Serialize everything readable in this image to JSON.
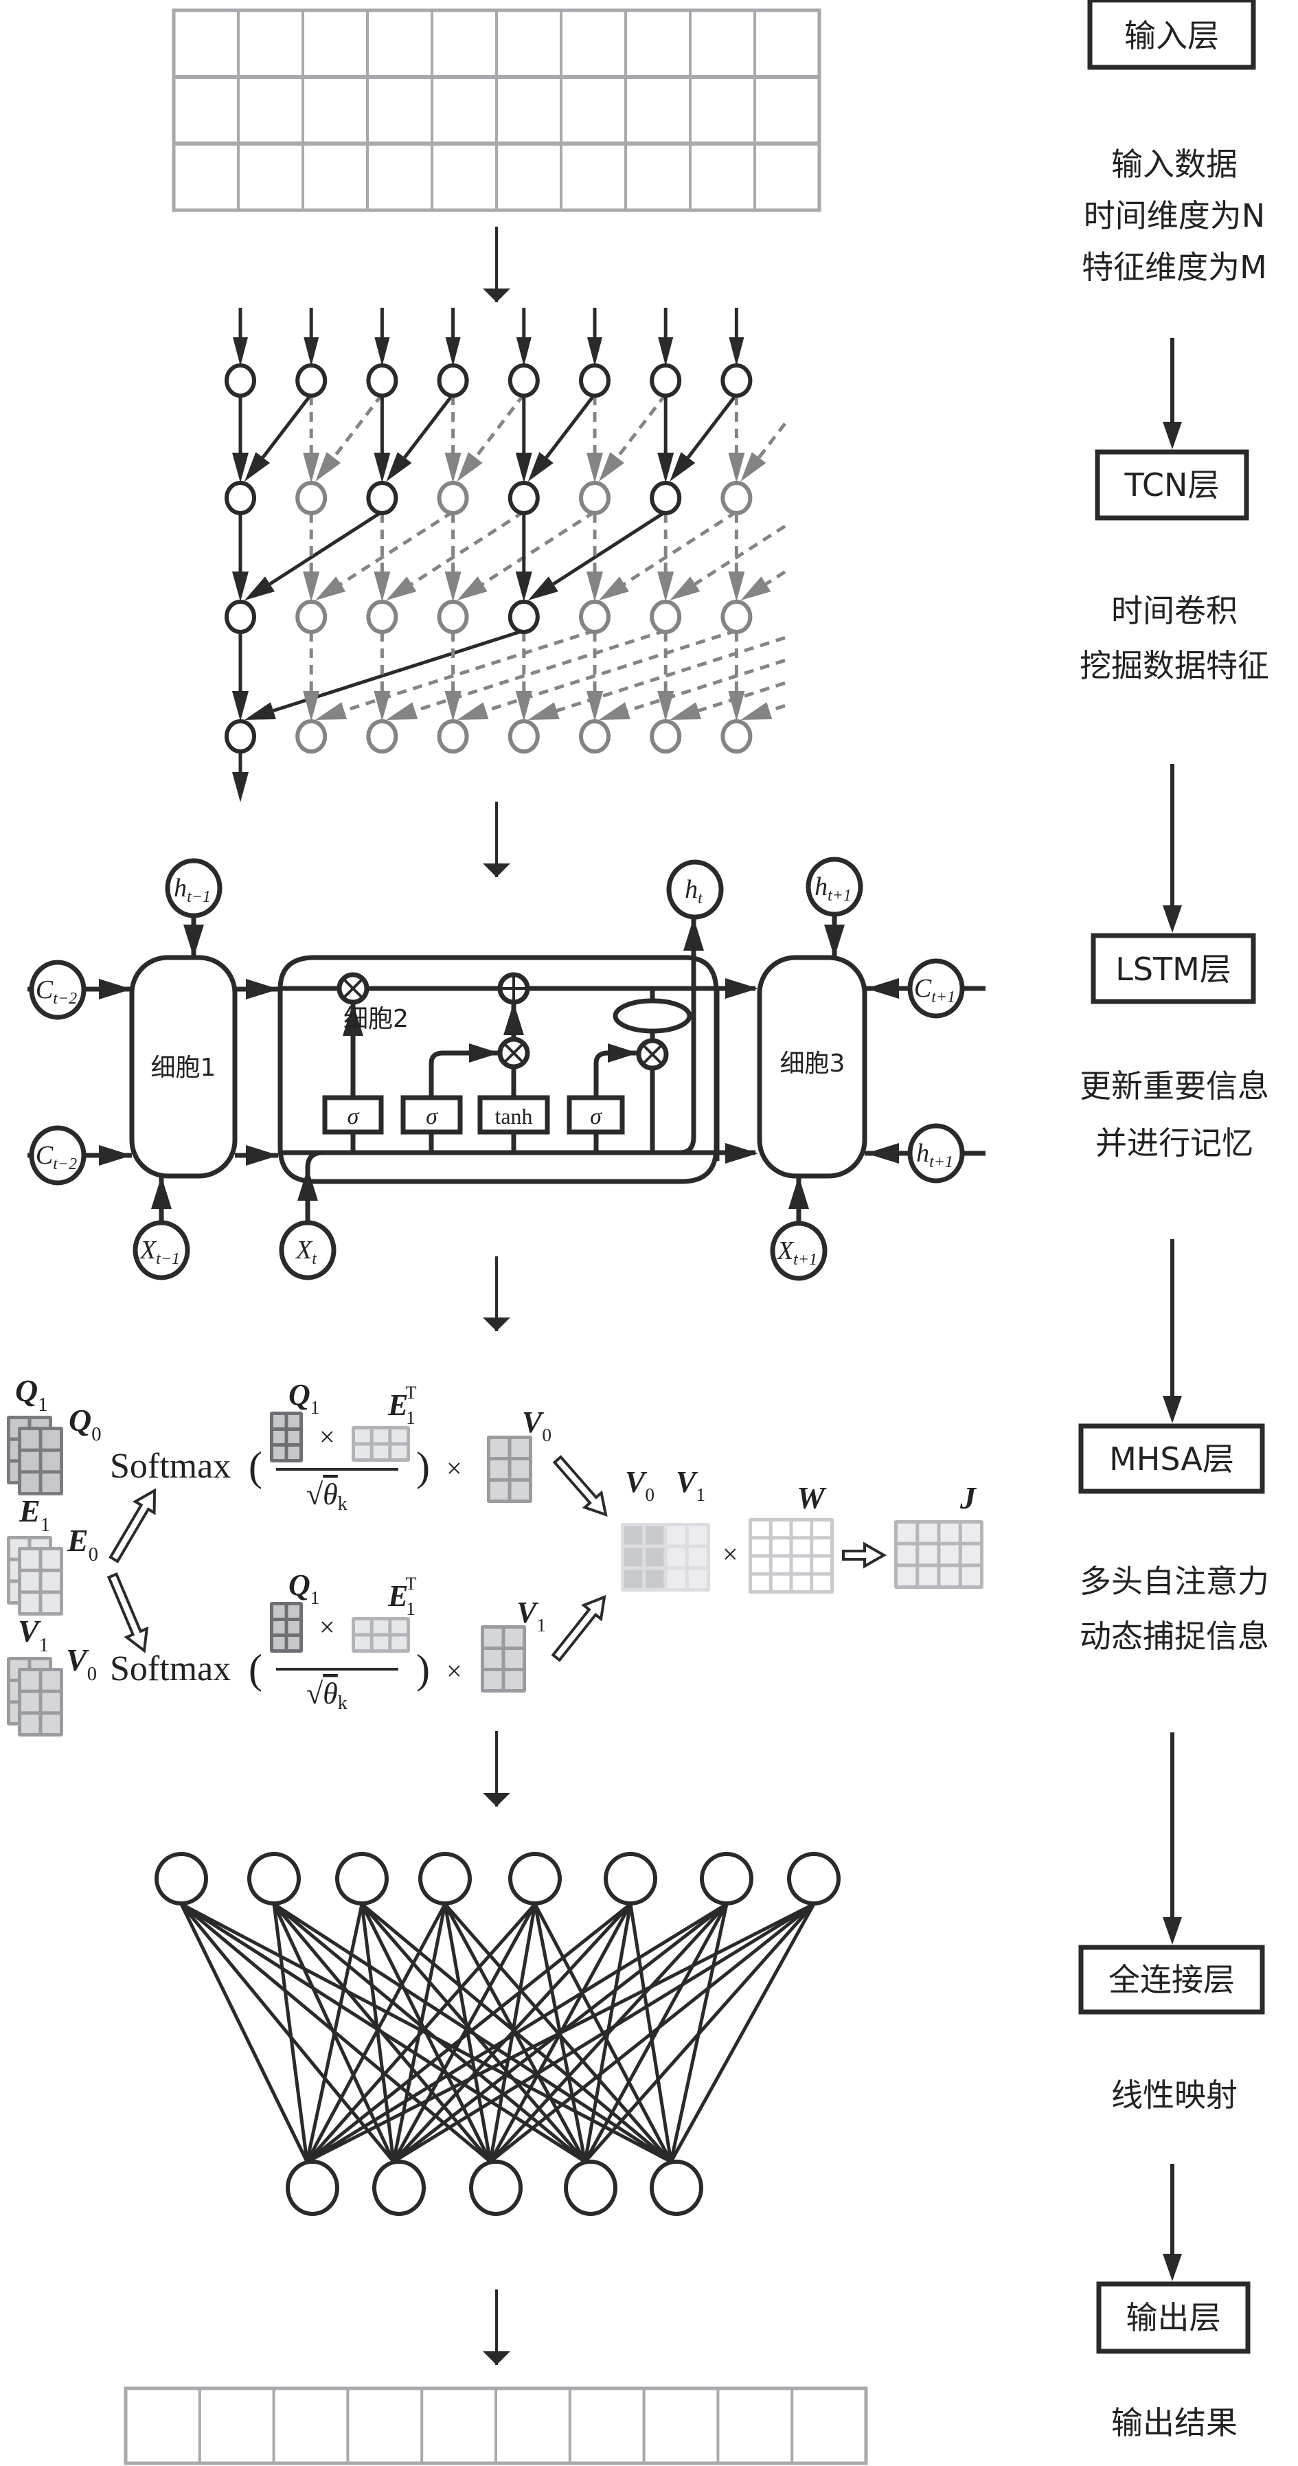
{
  "title": "TCN-LSTM-MHSA 模型结构",
  "stages": [
    {
      "id": "input",
      "box_label": "输入层",
      "desc_lines": [
        "输入数据",
        "时间维度为N",
        "特征维度为M"
      ]
    },
    {
      "id": "tcn",
      "box_label": "TCN层",
      "desc_lines": [
        "时间卷积",
        "挖掘数据特征"
      ]
    },
    {
      "id": "lstm",
      "box_label": "LSTM层",
      "desc_lines": [
        "更新重要信息",
        "并进行记忆"
      ]
    },
    {
      "id": "mhsa",
      "box_label": "MHSA层",
      "desc_lines": [
        "多头自注意力",
        "动态捕捉信息"
      ]
    },
    {
      "id": "fc",
      "box_label": "全连接层",
      "desc_lines": [
        "线性映射"
      ]
    },
    {
      "id": "output",
      "box_label": "输出层",
      "desc_lines": [
        "输出结果"
      ]
    }
  ],
  "input_grid": {
    "rows": 3,
    "cols": 10
  },
  "output_grid": {
    "rows": 1,
    "cols": 10
  },
  "tcn": {
    "columns": 8,
    "levels": 4,
    "dilations": [
      1,
      2,
      4
    ]
  },
  "lstm": {
    "cell_labels": [
      "细胞1",
      "细胞2",
      "细胞3"
    ],
    "nodes": {
      "h_prev": {
        "base": "h",
        "sub": "t−1"
      },
      "h_t": {
        "base": "h",
        "sub": "t"
      },
      "h_next_top": {
        "base": "h",
        "sub": "t+1"
      },
      "h_next_right": {
        "base": "h",
        "sub": "t+1"
      },
      "c_prev_top": {
        "base": "C",
        "sub": "t−2"
      },
      "c_prev_bottom": {
        "base": "C",
        "sub": "t−2"
      },
      "c_next": {
        "base": "C",
        "sub": "t+1"
      },
      "x_prev": {
        "base": "X",
        "sub": "t−1"
      },
      "x_t": {
        "base": "X",
        "sub": "t"
      },
      "x_next": {
        "base": "X",
        "sub": "t+1"
      }
    },
    "gates": [
      {
        "label": "σ",
        "italic": true
      },
      {
        "label": "σ",
        "italic": true
      },
      {
        "label": "tanh",
        "italic": false
      },
      {
        "label": "σ",
        "italic": true
      }
    ],
    "ops": {
      "multiply": "⊗",
      "add": "⊕"
    }
  },
  "mhsa": {
    "stack_labels": {
      "q1": {
        "base": "Q",
        "sub": "1"
      },
      "q0": {
        "base": "Q",
        "sub": "0"
      },
      "e1": {
        "base": "E",
        "sub": "1"
      },
      "e0": {
        "base": "E",
        "sub": "0"
      },
      "v1": {
        "base": "V",
        "sub": "1"
      },
      "v0": {
        "base": "V",
        "sub": "0"
      }
    },
    "softmax": "Softmax",
    "open_paren": "(",
    "close_paren": ")",
    "times": "×",
    "numerator_q": {
      "base": "Q",
      "sub": "1"
    },
    "numerator_e": {
      "base": "E",
      "sub": "1",
      "sup": "T"
    },
    "denominator": {
      "sqrt": "√",
      "base": "θ",
      "sub": "k"
    },
    "head_values": [
      {
        "base": "V",
        "sub": "0"
      },
      {
        "base": "V",
        "sub": "1"
      }
    ],
    "concat_labels": [
      {
        "base": "V",
        "sub": "0"
      },
      {
        "base": "V",
        "sub": "1"
      }
    ],
    "weight_label": "W",
    "result_label": "J"
  },
  "fc": {
    "input_nodes": 8,
    "output_nodes": 5
  },
  "colors": {
    "line": "#2a2a2a",
    "gray_line": "#8a8a8a",
    "grid": "#a8a9ad",
    "matrix_dark": "#6e6f73",
    "matrix_mid": "#9a9b9e",
    "matrix_light": "#c2c3c6"
  }
}
